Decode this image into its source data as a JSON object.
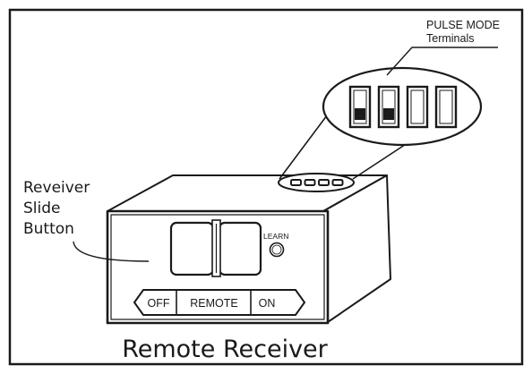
{
  "callout": {
    "line1": "PULSE MODE",
    "line2": "Terminals",
    "terminals": [
      {
        "state": "on"
      },
      {
        "state": "on"
      },
      {
        "state": "off"
      },
      {
        "state": "off"
      }
    ]
  },
  "receiver": {
    "learn_label": "LEARN",
    "switch_positions": [
      "OFF",
      "REMOTE",
      "ON"
    ]
  },
  "slide_label": {
    "line1": "Reveiver",
    "line2": "Slide",
    "line3": "Button"
  },
  "caption": "Remote Receiver"
}
